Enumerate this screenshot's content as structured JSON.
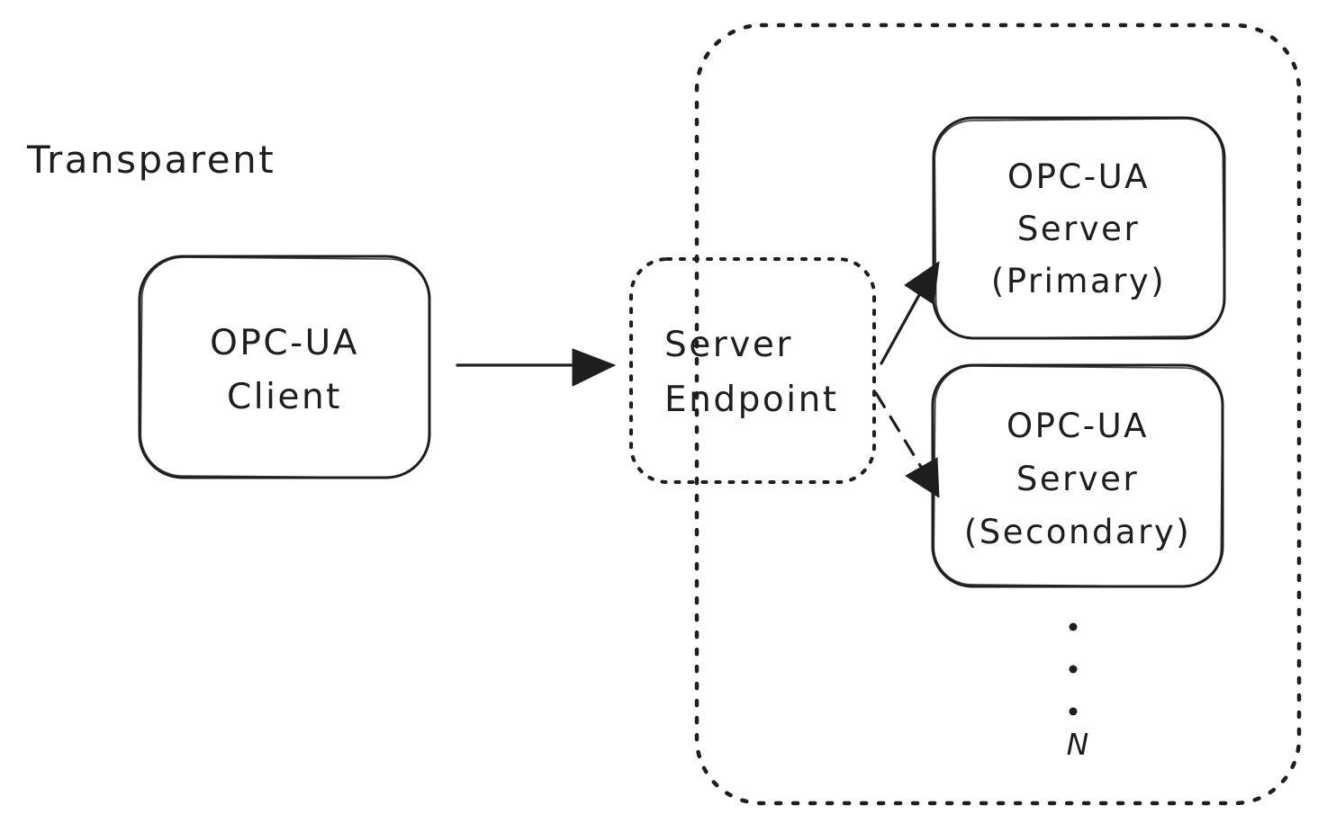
{
  "diagram": {
    "title": "Transparent",
    "colors": {
      "stroke": "#1e1e1e",
      "background": "#ffffff"
    },
    "nodes": {
      "client": {
        "lines": [
          "OPC-UA",
          "Client"
        ]
      },
      "server_endpoint": {
        "lines": [
          "Server",
          "Endpoint"
        ]
      },
      "primary_server": {
        "lines": [
          "OPC-UA",
          "Server",
          "(Primary)"
        ]
      },
      "secondary_server": {
        "lines": [
          "OPC-UA",
          "Server",
          "(Secondary)"
        ]
      },
      "more_servers_label": "N"
    },
    "edges": [
      {
        "from": "client",
        "to": "server_endpoint",
        "style": "solid"
      },
      {
        "from": "server_endpoint",
        "to": "primary_server",
        "style": "solid"
      },
      {
        "from": "server_endpoint",
        "to": "secondary_server",
        "style": "dashed"
      }
    ]
  }
}
